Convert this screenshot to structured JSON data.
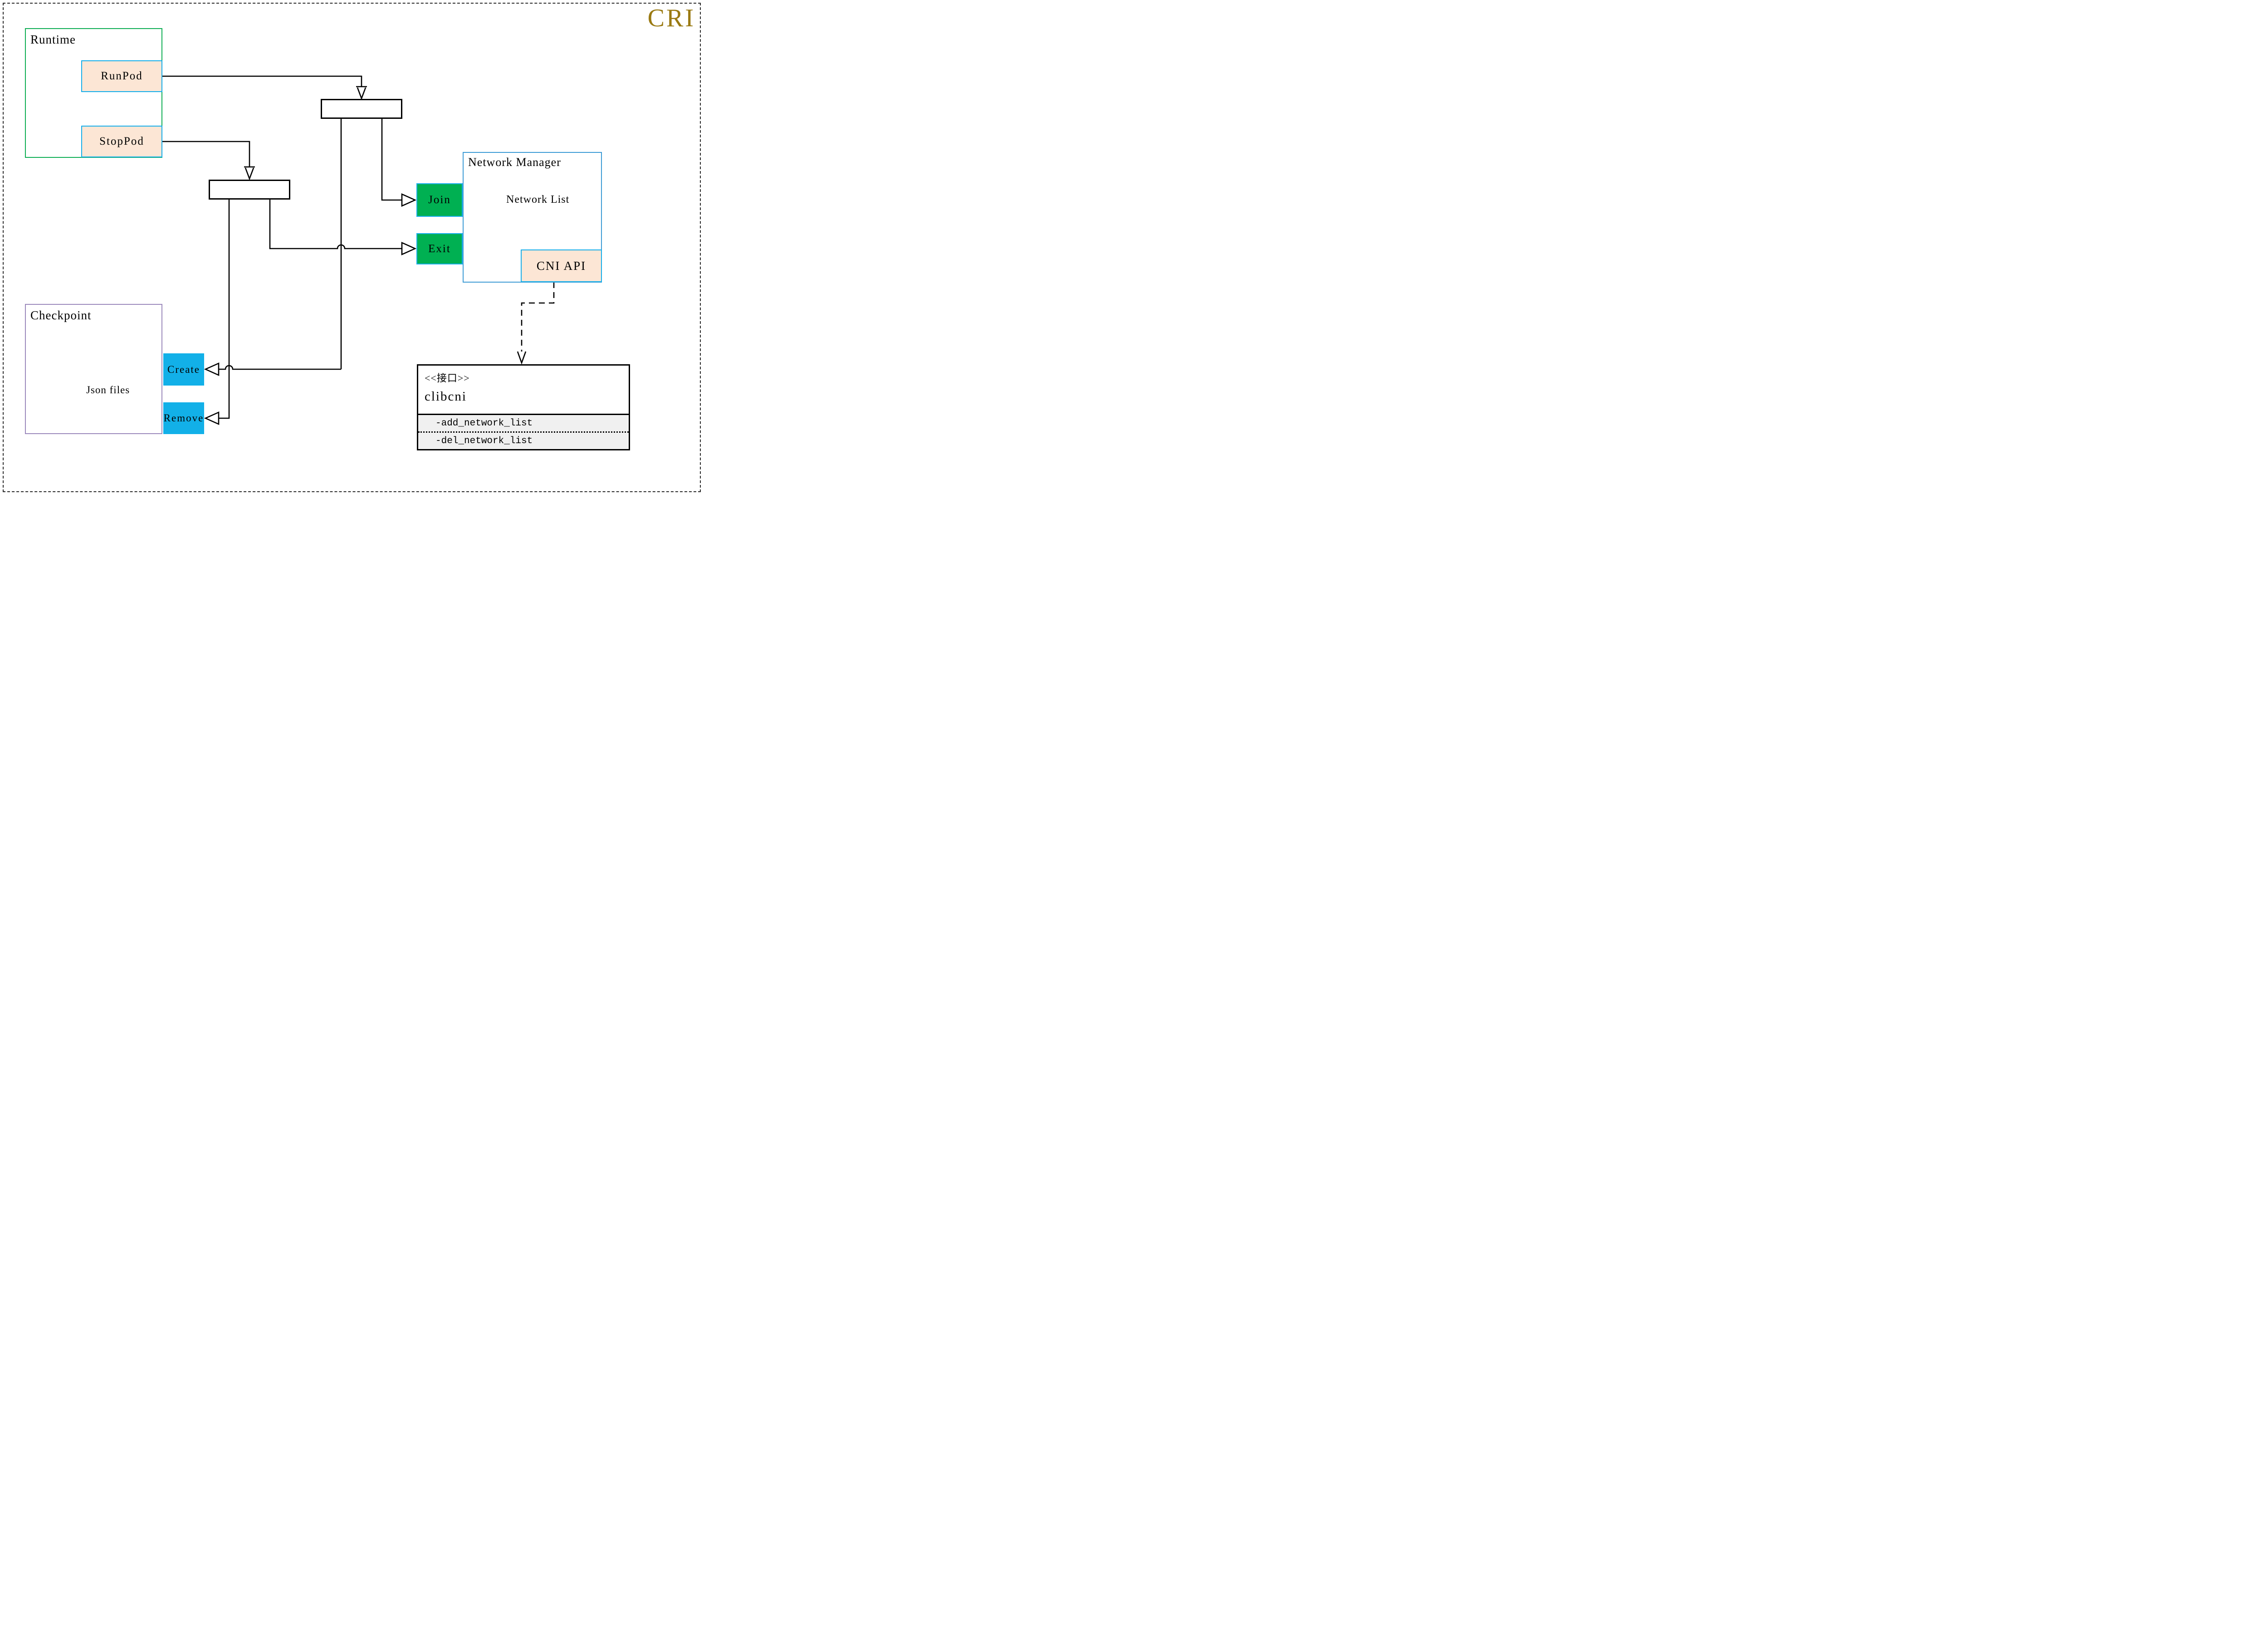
{
  "page": {
    "title": "CRI"
  },
  "runtime": {
    "title": "Runtime",
    "run_pod": "RunPod",
    "stop_pod": "StopPod"
  },
  "network_manager": {
    "title": "Network Manager",
    "network_list": "Network List",
    "join": "Join",
    "exit": "Exit",
    "cni_api": "CNI API"
  },
  "checkpoint": {
    "title": "Checkpoint",
    "json_files": "Json files",
    "create": "Create",
    "remove": "Remove"
  },
  "clibcni": {
    "stereotype": "<<接口>>",
    "name": "clibcni",
    "method_add": "-add_network_list",
    "method_del": "-del_network_list"
  },
  "colors": {
    "title_gold": "#9a7a12",
    "runtime_green": "#0fae54",
    "cyan_border": "#16aeea",
    "peach_fill": "#fce6d5",
    "nm_blue_border": "#3d9bd5",
    "checkpoint_purple_border": "#9c8abc",
    "action_green": "#00b052",
    "action_blue": "#12b0e8",
    "cylinder_gray": "#595959",
    "methods_gray_fill": "#f0f0f0",
    "line_black": "#000000"
  }
}
